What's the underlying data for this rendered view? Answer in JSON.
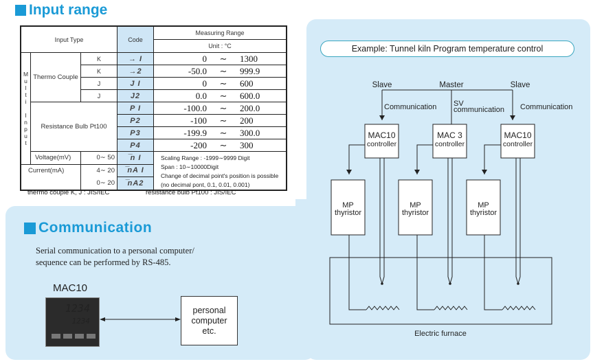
{
  "input_range": {
    "title": "Input range",
    "headers": {
      "input_type": "Input Type",
      "code": "Code",
      "measuring_range": "Measuring Range",
      "unit": "Unit : °C"
    },
    "multi_input_label": [
      "M",
      "u",
      "l",
      "t",
      "i",
      "",
      "I",
      "n",
      "p",
      "u",
      "t"
    ],
    "thermo_couple_label": "Thermo Couple",
    "thermo_rows": [
      {
        "type": "K",
        "code": "→ I",
        "low": "0",
        "tilde": "∼",
        "high": "1300"
      },
      {
        "type": "K",
        "code": "→2",
        "low": "-50.0",
        "tilde": "∼",
        "high": "999.9"
      },
      {
        "type": "J",
        "code": "J I",
        "low": "0",
        "tilde": "∼",
        "high": "600"
      },
      {
        "type": "J",
        "code": "J2",
        "low": "0.0",
        "tilde": "∼",
        "high": "600.0"
      }
    ],
    "resistance_label": "Resistance Bulb  Pt100",
    "resistance_rows": [
      {
        "code": "P I",
        "low": "-100.0",
        "tilde": "∼",
        "high": "200.0"
      },
      {
        "code": "P2",
        "low": "-100",
        "tilde": "∼",
        "high": "200"
      },
      {
        "code": "P3",
        "low": "-199.9",
        "tilde": "∼",
        "high": "300.0"
      },
      {
        "code": "P4",
        "low": "-200",
        "tilde": "∼",
        "high": "300"
      }
    ],
    "voltage": {
      "label": "Voltage(mV)",
      "range": "0∼ 50",
      "code": "̅n I"
    },
    "current": {
      "label": "Current(mA)",
      "rows": [
        {
          "range": "4∼ 20",
          "code": "̅nA I"
        },
        {
          "range": "0∼ 20",
          "code": "̅nA2"
        }
      ]
    },
    "notes": [
      "Scaling  Range : -1999∼9999 Digit",
      "Span : 10∼10000Digit",
      "Change of decimal point's position is possible",
      "(no decimal pont, 0.1, 0.01, 0.001)"
    ],
    "footnote_left": "thermo couple    K, J  : JIS/IEC",
    "footnote_right": "resistance bulb    Pt100 : JIS/IEC"
  },
  "example": {
    "title": "Example: Tunnel kiln Program temperature control",
    "labels": {
      "slave_left": "Slave",
      "master": "Master",
      "slave_right": "Slave",
      "comm_left": "Communication",
      "sv_comm_1": "SV",
      "sv_comm_2": "communication",
      "comm_right": "Communication",
      "furnace": "Electric furnace"
    },
    "controllers": [
      {
        "line1": "MAC10",
        "line2": "controller"
      },
      {
        "line1": "MAC 3",
        "line2": "controller"
      },
      {
        "line1": "MAC10",
        "line2": "controller"
      }
    ],
    "thyristors": [
      {
        "line1": "MP",
        "line2": "thyristor"
      },
      {
        "line1": "MP",
        "line2": "thyristor"
      },
      {
        "line1": "MP",
        "line2": "thyristor"
      }
    ]
  },
  "communication": {
    "title": "Communication",
    "text_line1": "Serial communication to a personal computer/",
    "text_line2": "sequence can be performed by RS-485.",
    "device_label": "MAC10",
    "device_display_pv": "1234",
    "device_display_sv": "1234",
    "pc_line1": "personal",
    "pc_line2": "computer",
    "pc_line3": "etc."
  },
  "colors": {
    "accent": "#1a9ad6",
    "panel": "#d5ebf8",
    "code_cell": "#cfe6f6",
    "pill_border": "#3aa6bf"
  }
}
